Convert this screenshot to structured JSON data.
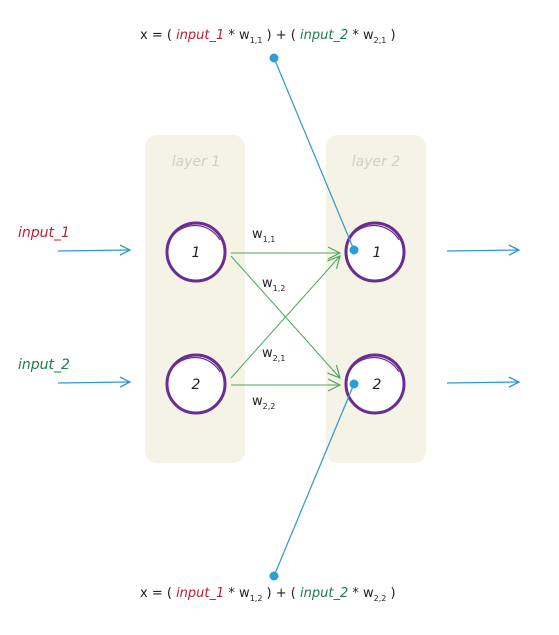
{
  "layers": [
    {
      "label": "layer 1",
      "nodes": [
        "1",
        "2"
      ]
    },
    {
      "label": "layer 2",
      "nodes": [
        "1",
        "2"
      ]
    }
  ],
  "inputs": [
    {
      "label": "input_1",
      "color": "#b62036"
    },
    {
      "label": "input_2",
      "color": "#1f7a4a"
    }
  ],
  "weights": [
    {
      "base": "w",
      "sub": "1,1"
    },
    {
      "base": "w",
      "sub": "1,2"
    },
    {
      "base": "w",
      "sub": "2,1"
    },
    {
      "base": "w",
      "sub": "2,2"
    }
  ],
  "formulas": {
    "top": {
      "prefix": "x = ( ",
      "in1": "input_1",
      "times1": " * w",
      "sub1": "1,1",
      "mid": " ) + ( ",
      "in2": "input_2",
      "times2": " * w",
      "sub2": "2,1",
      "suffix": " )"
    },
    "bottom": {
      "prefix": "x = ( ",
      "in1": "input_1",
      "times1": " * w",
      "sub1": "1,2",
      "mid": " ) + ( ",
      "in2": "input_2",
      "times2": " * w",
      "sub2": "2,2",
      "suffix": " )"
    }
  },
  "colors": {
    "node_ring": "#6a2c91",
    "layer_panel": "#f4f3e6",
    "arrow_blue": "#2f98c8",
    "arrow_green": "#4aa85c",
    "dot_blue": "#2a9ed8"
  }
}
